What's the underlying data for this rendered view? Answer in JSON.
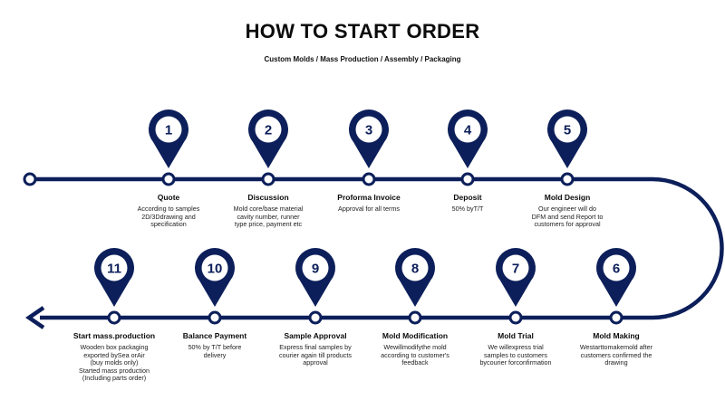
{
  "header": {
    "title": "HOW TO START ORDER",
    "subtitle": "Custom Molds / Mass Production / Assembly / Packaging"
  },
  "colors": {
    "line": "#0c1f5a",
    "pin": "#0c1f5a",
    "pin_inner": "#ffffff"
  },
  "steps": [
    {
      "number": "1",
      "title": "Quote",
      "desc": "According to samples\n2D/3Ddrawing and\nspecification"
    },
    {
      "number": "2",
      "title": "Discussion",
      "desc": "Mold core/base material\ncavity number, runner\ntype price, payment  etc"
    },
    {
      "number": "3",
      "title": "Proforma Invoice",
      "desc": "Approval for all terms"
    },
    {
      "number": "4",
      "title": "Deposit",
      "desc": "50% byT/T"
    },
    {
      "number": "5",
      "title": "Mold Design",
      "desc": "Our engineer will do\nDFM and send Report to\ncustomers for approval"
    },
    {
      "number": "6",
      "title": "Mold Making",
      "desc": "Westarttomakemold after\ncustomers confirmed the\ndrawing"
    },
    {
      "number": "7",
      "title": "Mold Trial",
      "desc": "We willexpress trial\nsamples to customers\nbycourier forconfirmation"
    },
    {
      "number": "8",
      "title": "Mold Modification",
      "desc": "Wewillmodifythe mold\naccording to customer's\nfeedback"
    },
    {
      "number": "9",
      "title": "Sample Approval",
      "desc": "Express final samples by\ncourier again till products\napproval"
    },
    {
      "number": "10",
      "title": "Balance Payment",
      "desc": "50% by T/T before\ndelivery"
    },
    {
      "number": "11",
      "title": "Start mass.production",
      "desc": "Wooden box packaging\nexported bySea orAir\n(buy molds only)\nStarted mass production\n(Including parts order)"
    }
  ]
}
